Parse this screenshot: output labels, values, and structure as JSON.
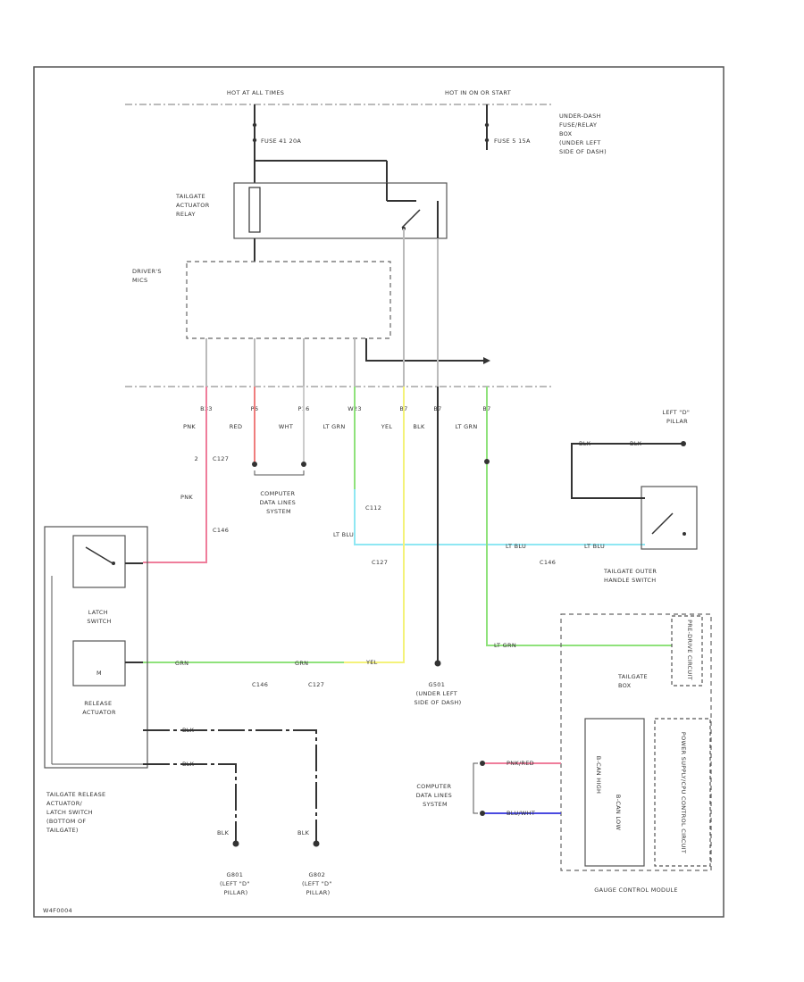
{
  "hot_run": "HOT AT ALL TIMES",
  "hot_start": "HOT IN ON OR START",
  "fuse_a": "FUSE 41 20A",
  "fuse_b": "FUSE 5 15A",
  "fuse_box": "UNDER-DASH FUSE/RELAY BOX (UNDER LEFT SIDE OF DASH)",
  "relay": "TAILGATE ACTUATOR RELAY",
  "mics": "DRIVER'S MICS",
  "pins": [
    "B33",
    "P6",
    "P16",
    "W23",
    "B7",
    "B7",
    "B7"
  ],
  "colors": [
    "PNK",
    "RED",
    "WHT",
    "LT GRN",
    "YEL",
    "BLK",
    "LT GRN"
  ],
  "c127a": "C127",
  "pnk": "PNK",
  "c146a": "C146",
  "cdl_mid": "COMPUTER DATA LINES SYSTEM",
  "c112": "C112",
  "ltblu": "LT BLU",
  "c127b": "C127",
  "c146b": "C146",
  "ltblu_a": "LT BLU",
  "ltblu_b": "LT BLU",
  "latch": "LATCH SWITCH",
  "release": "RELEASE ACTUATOR",
  "release_m": "M",
  "grn": "GRN",
  "grn2": "GRN",
  "yel": "YEL",
  "c146c": "C146",
  "c127c": "C127",
  "g501": "G501 (UNDER LEFT SIDE OF DASH)",
  "left_pillar": "LEFT \"D\" PILLAR",
  "blk_a": "BLK",
  "blk_b": "BLK",
  "outer_sw": "TAILGATE OUTER HANDLE SWITCH",
  "ltgrn": "LT GRN",
  "tailgate_box": "TAILGATE BOX",
  "module_side": "PRE-DRIVE CIRCUIT",
  "blk_c": "BLK",
  "blk_d": "BLK",
  "tailgate_assy": "TAILGATE RELEASE ACTUATOR/ LATCH SWITCH (BOTTOM OF TAILGATE)",
  "blk_e": "BLK",
  "blk_f": "BLK",
  "g801": "G801 (LEFT \"D\" PILLAR)",
  "g802": "G802 (LEFT \"D\" PILLAR)",
  "cdl_right": "COMPUTER DATA LINES SYSTEM",
  "pnk_red": "PNK/RED",
  "blu_wht": "BLU/WHT",
  "can_h": "B-CAN HIGH",
  "can_l": "B-CAN LOW",
  "vertical_circuit": "POWER SUPPLY/CPU CONTROL CIRCUIT",
  "gauge": "GAUGE CONTROL MODULE",
  "footer": "W4F0004",
  "wire_colors": {
    "pink": "#ef7d9b",
    "red": "#ef7d7d",
    "green": "#8fe27b",
    "yellow": "#f4f27a",
    "cyan": "#8fe7f3",
    "blue": "#4a4ae0",
    "black": "#333333"
  }
}
